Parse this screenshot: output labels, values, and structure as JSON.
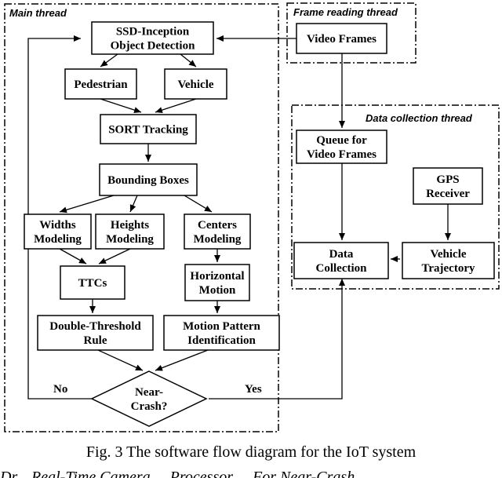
{
  "regions": {
    "main": "Main thread",
    "frame_reading": "Frame reading thread",
    "data_collection": "Data collection thread"
  },
  "nodes": {
    "ssd": [
      "SSD-Inception",
      "Object Detection"
    ],
    "pedestrian": [
      "Pedestrian"
    ],
    "vehicle": [
      "Vehicle"
    ],
    "sort": [
      "SORT Tracking"
    ],
    "bbox": [
      "Bounding Boxes"
    ],
    "widths": [
      "Widths",
      "Modeling"
    ],
    "heights": [
      "Heights",
      "Modeling"
    ],
    "centers": [
      "Centers",
      "Modeling"
    ],
    "ttcs": [
      "TTCs"
    ],
    "horizontal": [
      "Horizontal",
      "Motion"
    ],
    "double_threshold": [
      "Double-Threshold",
      "Rule"
    ],
    "motion_pattern": [
      "Motion Pattern",
      "Identification"
    ],
    "near_crash": [
      "Near-",
      "Crash?"
    ],
    "video_frames": [
      "Video Frames"
    ],
    "queue": [
      "Queue for",
      "Video Frames"
    ],
    "gps": [
      "GPS",
      "Receiver"
    ],
    "data_collection": [
      "Data",
      "Collection"
    ],
    "trajectory": [
      "Vehicle",
      "Trajectory"
    ]
  },
  "edge_labels": {
    "no": "No",
    "yes": "Yes"
  },
  "caption": "Fig. 3 The software flow diagram for the IoT system",
  "cut_text": "Dr... Real-Time Camera ... Processor ... For Near-Crash ..."
}
